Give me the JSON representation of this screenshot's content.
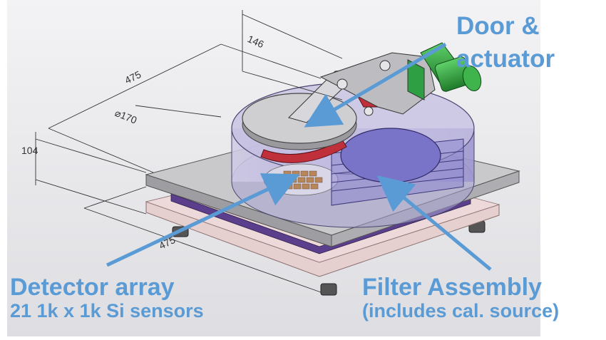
{
  "colors": {
    "callout": "#5b9bd5",
    "cad_background": "#e8e8ea",
    "dimension_line": "#333333",
    "baseplate": "#c8c8c8",
    "enclosure": "#b9b3d8",
    "filter": "#7a74c8",
    "detector": "#b8865a",
    "actuator": "#2ea043",
    "door_flap": "#c0303a"
  },
  "dimensions": {
    "width_top": "475",
    "width_bottom": "475",
    "height_top": "146",
    "height_plate": "104",
    "diameter": "⌀170"
  },
  "callouts": {
    "door": {
      "line1": "Door &",
      "line2": "actuator"
    },
    "detector": {
      "line1": "Detector array",
      "line2": "21 1k x 1k Si sensors"
    },
    "filter": {
      "line1": "Filter Assembly",
      "line2": "(includes cal. source)"
    }
  }
}
